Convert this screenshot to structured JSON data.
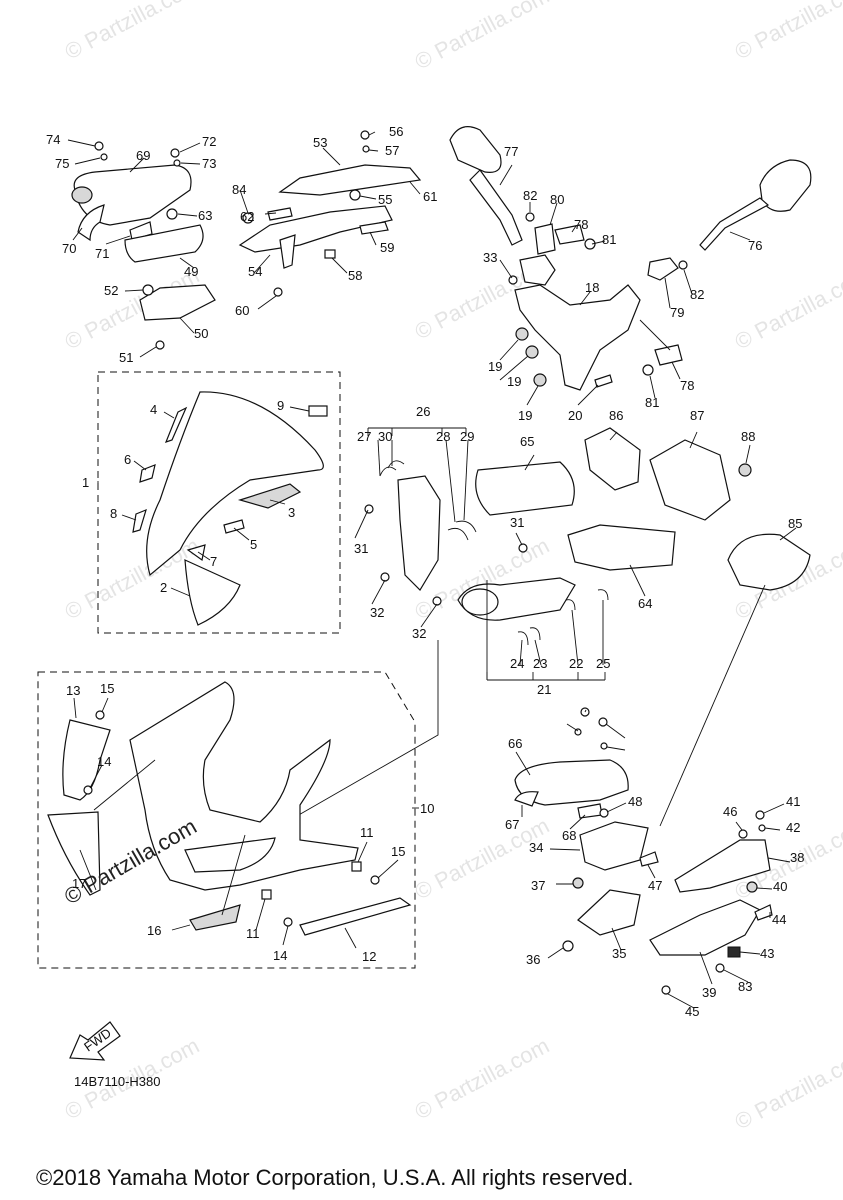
{
  "watermark_text": "© Partzilla.com",
  "brand_stamp": "© Partzilla.com",
  "diagram_code": "14B7110-H380",
  "fwd_label": "FWD",
  "copyright": "©2018 Yamaha Motor Corporation, U.S.A. All rights reserved.",
  "callouts": [
    "1",
    "2",
    "3",
    "4",
    "5",
    "6",
    "7",
    "8",
    "9",
    "10",
    "11",
    "12",
    "13",
    "14",
    "15",
    "16",
    "17",
    "18",
    "19",
    "20",
    "21",
    "22",
    "23",
    "24",
    "25",
    "26",
    "27",
    "28",
    "29",
    "30",
    "31",
    "32",
    "33",
    "34",
    "35",
    "36",
    "37",
    "38",
    "39",
    "40",
    "41",
    "42",
    "43",
    "44",
    "45",
    "46",
    "47",
    "48",
    "49",
    "50",
    "51",
    "52",
    "53",
    "54",
    "55",
    "56",
    "57",
    "58",
    "59",
    "60",
    "61",
    "62",
    "63",
    "64",
    "65",
    "66",
    "67",
    "68",
    "69",
    "70",
    "71",
    "72",
    "73",
    "74",
    "75",
    "76",
    "77",
    "78",
    "79",
    "80",
    "81",
    "82",
    "83",
    "84",
    "85",
    "86",
    "87",
    "88"
  ]
}
